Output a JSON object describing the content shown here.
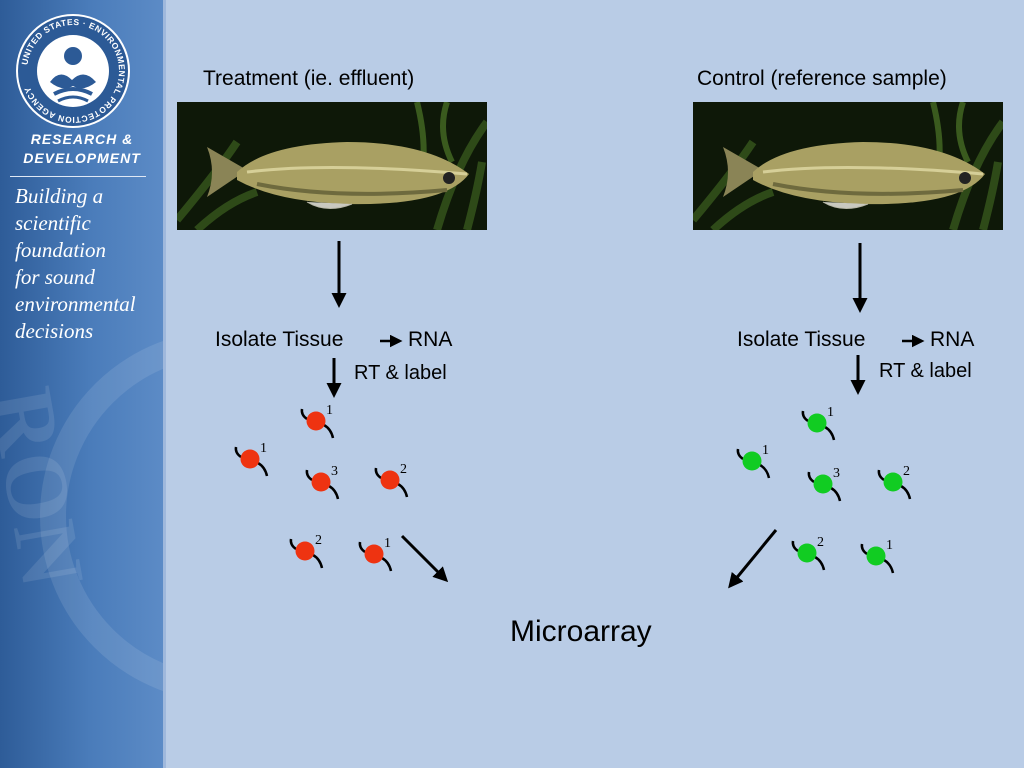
{
  "sidebar": {
    "seal_text": "UNITED STATES · ENVIRONMENTAL PROTECTION AGENCY",
    "rd_line1": "RESEARCH &",
    "rd_line2": "DEVELOPMENT",
    "tagline": [
      "Building a",
      "scientific",
      "foundation",
      "for sound",
      "environmental",
      "decisions"
    ]
  },
  "treatment": {
    "title": "Treatment (ie. effluent)",
    "isolate": "Isolate Tissue",
    "rna": "RNA",
    "rt": "RT & label",
    "probe_color": "#ee3311",
    "probes": [
      "1",
      "1",
      "2",
      "3",
      "2",
      "1"
    ]
  },
  "control": {
    "title": "Control (reference sample)",
    "isolate": "Isolate Tissue",
    "rna": "RNA",
    "rt": "RT & label",
    "probe_color": "#11cc22",
    "probes": [
      "1",
      "1",
      "2",
      "3",
      "2",
      "1"
    ]
  },
  "result": "Microarray",
  "colors": {
    "background": "#b9cce6",
    "sidebar": "#3f6fae",
    "arrow": "#000000"
  }
}
